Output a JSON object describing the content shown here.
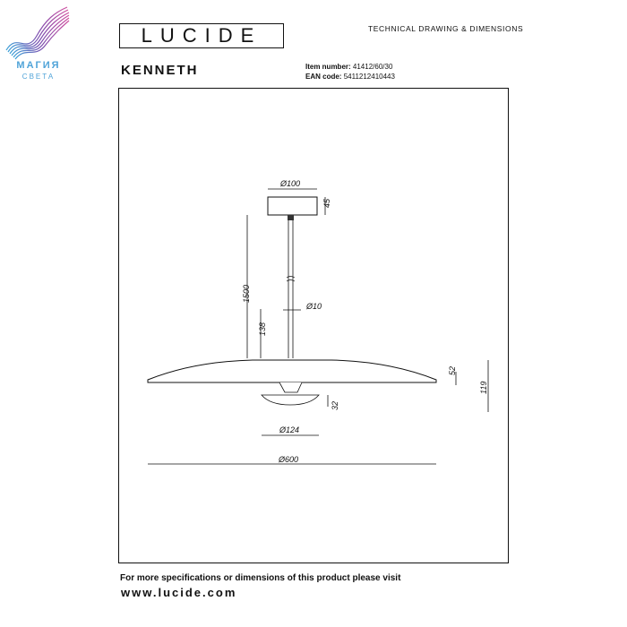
{
  "watermark": {
    "line1": "МАГИЯ",
    "line2": "СВЕТА"
  },
  "brand": {
    "logo_text": "LUCIDE"
  },
  "header": {
    "title": "TECHNICAL DRAWING & DIMENSIONS"
  },
  "product": {
    "name": "KENNETH",
    "item_number_label": "Item number:",
    "item_number": "41412/60/30",
    "ean_label": "EAN code:",
    "ean": "5411212410443"
  },
  "dimensions": {
    "canopy_diameter": "Ø100",
    "canopy_height": "45",
    "total_height": "1500",
    "rod_diameter": "Ø10",
    "lower_height": "138",
    "shade_rim": "52",
    "overall_body_height": "119",
    "bottom_height": "32",
    "bottom_diameter": "Ø124",
    "shade_diameter": "Ø600"
  },
  "footer": {
    "note": "For more specifications or dimensions of this product please visit",
    "url": "www.lucide.com"
  }
}
